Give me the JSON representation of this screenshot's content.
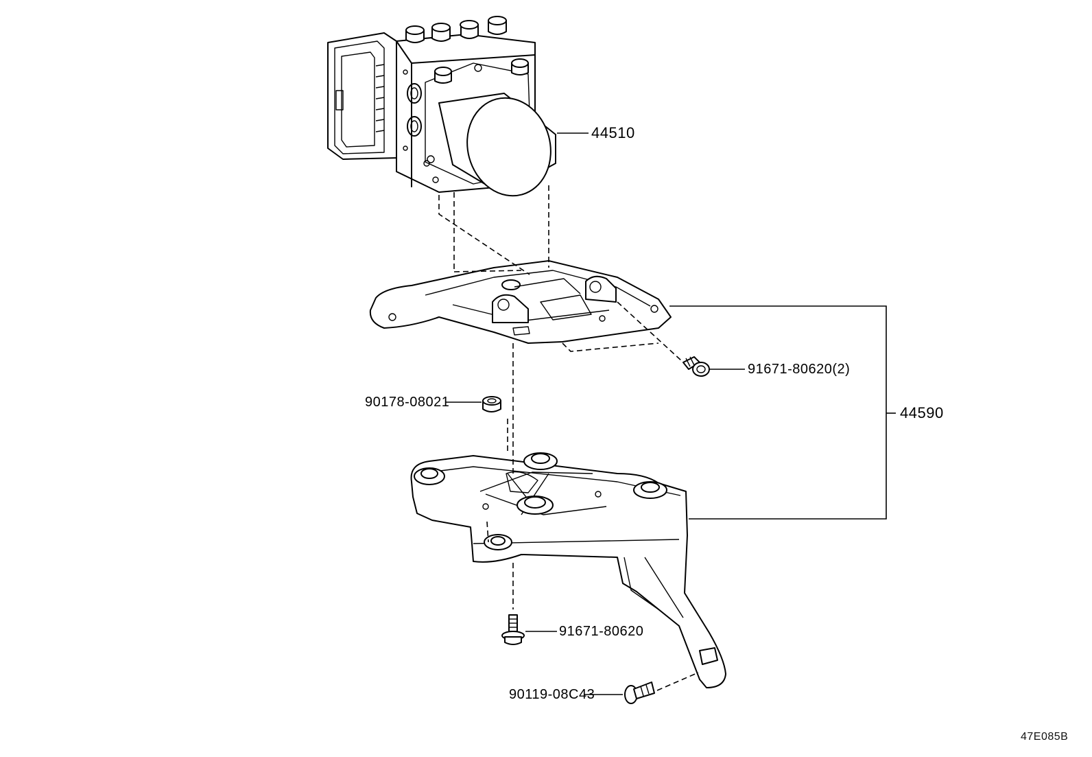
{
  "parts": {
    "actuator": "44510",
    "bracket_assembly": "44590",
    "bolt_upper": "91671-80620(2)",
    "nut": "90178-08021",
    "bolt_lower": "91671-80620",
    "bolt_side": "90119-08C43"
  },
  "diagram_code": "47E085B"
}
